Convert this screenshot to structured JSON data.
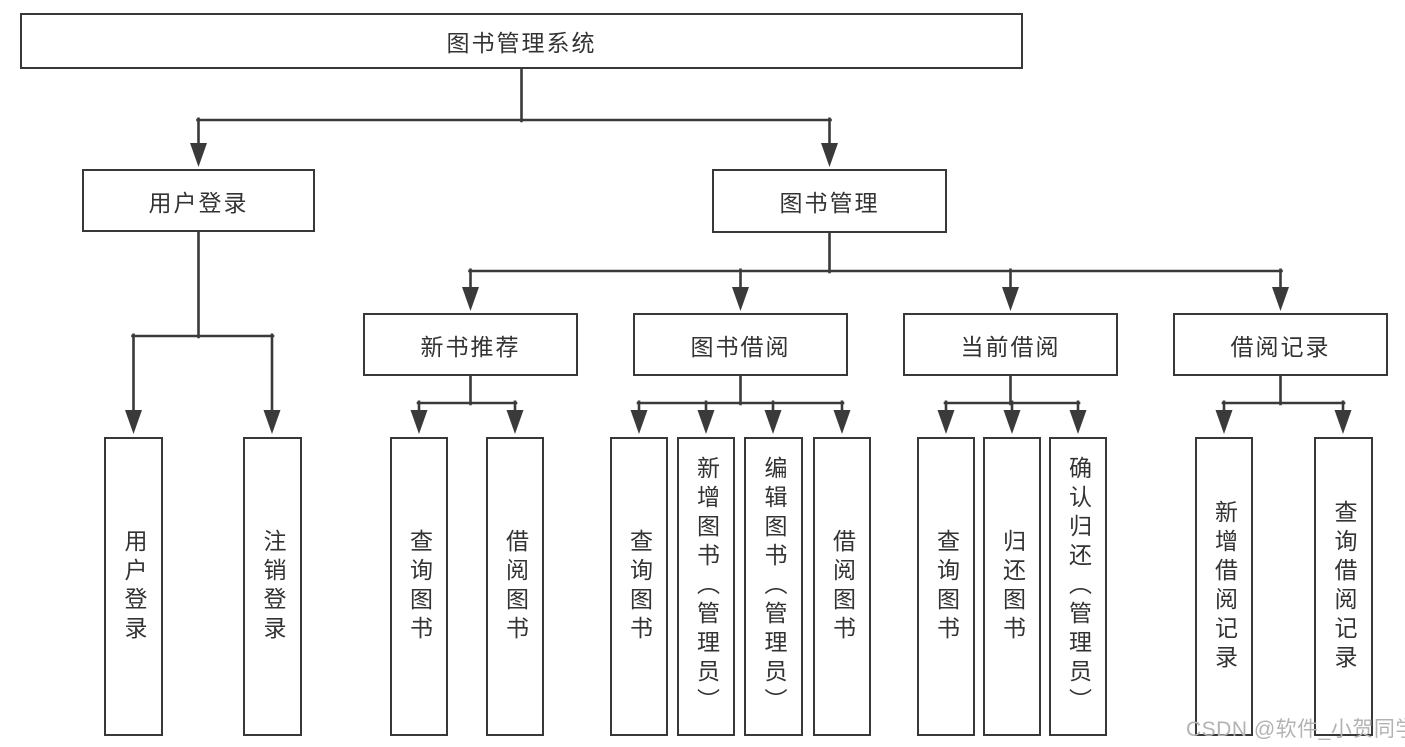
{
  "tree": {
    "label": "图书管理系统",
    "children": [
      {
        "label": "用户登录",
        "children": [
          {
            "label": "用户登录"
          },
          {
            "label": "注销登录"
          }
        ]
      },
      {
        "label": "图书管理",
        "children": [
          {
            "label": "新书推荐",
            "children": [
              {
                "label": "查询图书"
              },
              {
                "label": "借阅图书"
              }
            ]
          },
          {
            "label": "图书借阅",
            "children": [
              {
                "label": "查询图书"
              },
              {
                "label": "新增图书（管理员）"
              },
              {
                "label": "编辑图书（管理员）"
              },
              {
                "label": "借阅图书"
              }
            ]
          },
          {
            "label": "当前借阅",
            "children": [
              {
                "label": "查询图书"
              },
              {
                "label": "归还图书"
              },
              {
                "label": "确认归还（管理员）"
              }
            ]
          },
          {
            "label": "借阅记录",
            "children": [
              {
                "label": "新增借阅记录"
              },
              {
                "label": "查询借阅记录"
              }
            ]
          }
        ]
      }
    ]
  },
  "watermark": "CSDN @软件_小贺同学",
  "colors": {
    "line": "#3a3a3a",
    "box_border": "#383838",
    "box_background": "#ffffff",
    "text": "#333333",
    "watermark": "#b3b3b3",
    "page_background": "#ffffff"
  }
}
